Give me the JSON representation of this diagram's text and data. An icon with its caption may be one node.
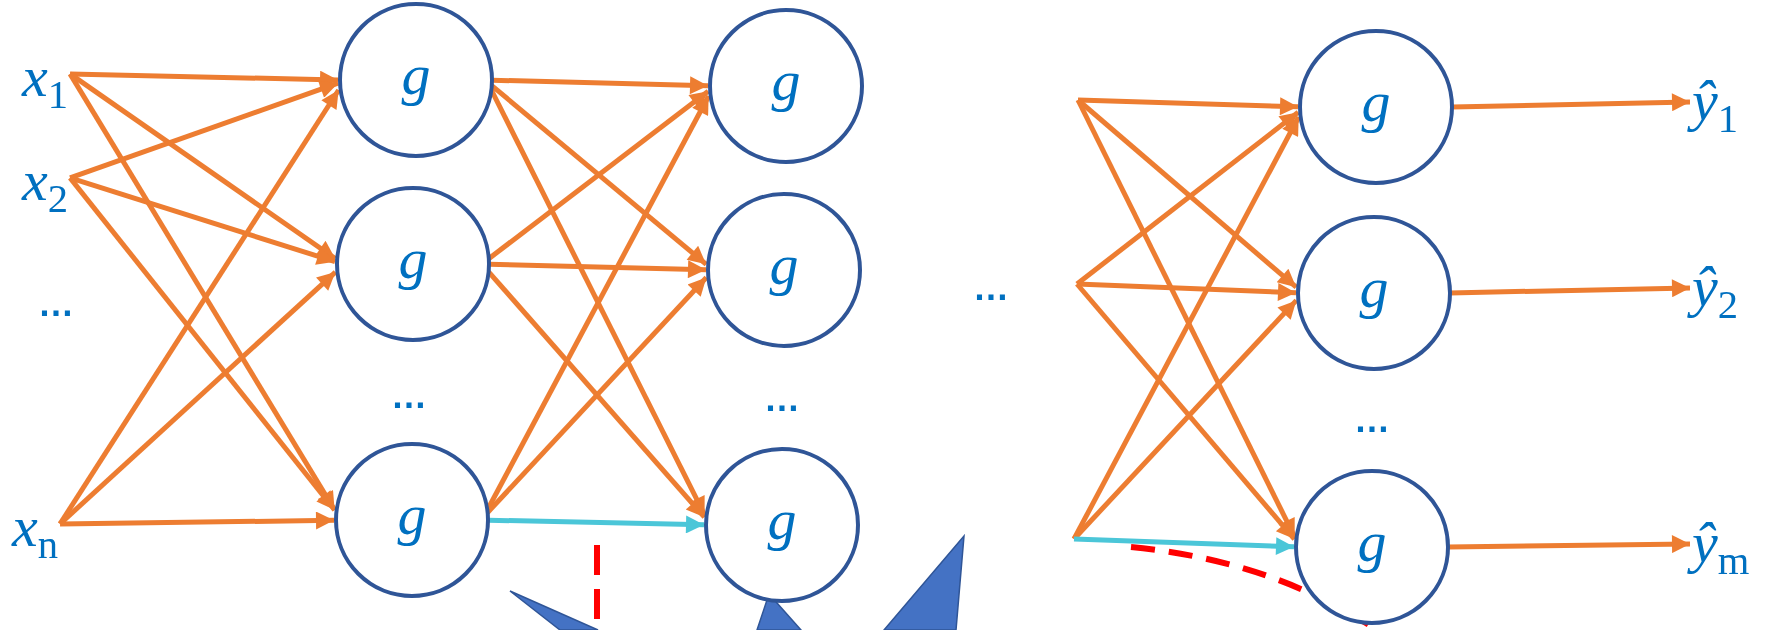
{
  "diagram": {
    "nodes": [
      {
        "text": [
          "*x*$_{1}$"
        ]
      },
      {
        "text": [
          "*x*$_{2}$"
        ]
      },
      {
        "text": [
          "*x*$_{n}$"
        ]
      },
      {
        "text": [
          "g"
        ]
      },
      {
        "text": [
          "g"
        ]
      },
      {
        "text": [
          "g"
        ]
      },
      {
        "text": [
          "g"
        ]
      },
      {
        "text": [
          "g"
        ]
      },
      {
        "text": [
          "g"
        ]
      },
      {
        "text": [
          "g"
        ]
      },
      {
        "text": [
          "g"
        ]
      },
      {
        "text": [
          "g"
        ]
      },
      {
        "text": [
          "*ŷ*$_{1}$"
        ]
      },
      {
        "text": [
          "*ŷ*$_{2}$"
        ]
      },
      {
        "text": [
          "*ŷ*$_{m}$"
        ]
      }
    ],
    "edges": [
      {
        "from": 0,
        "to": 3,
        "arrow": "to"
      },
      {
        "from": 0,
        "to": 4,
        "arrow": "to"
      },
      {
        "from": 0,
        "to": 5,
        "arrow": "to"
      },
      {
        "from": 1,
        "to": 3,
        "arrow": "to"
      },
      {
        "from": 1,
        "to": 4,
        "arrow": "to"
      },
      {
        "from": 1,
        "to": 5,
        "arrow": "to"
      },
      {
        "from": 2,
        "to": 3,
        "arrow": "to"
      },
      {
        "from": 2,
        "to": 4,
        "arrow": "to"
      },
      {
        "from": 2,
        "to": 5,
        "arrow": "to"
      },
      {
        "from": 3,
        "to": 6,
        "arrow": "to"
      },
      {
        "from": 3,
        "to": 7,
        "arrow": "to"
      },
      {
        "from": 3,
        "to": 8,
        "arrow": "to"
      },
      {
        "from": 4,
        "to": 6,
        "arrow": "to"
      },
      {
        "from": 4,
        "to": 7,
        "arrow": "to"
      },
      {
        "from": 4,
        "to": 8,
        "arrow": "to"
      },
      {
        "from": 5,
        "to": 6,
        "arrow": "to"
      },
      {
        "from": 5,
        "to": 7,
        "arrow": "to"
      },
      {
        "from": 5,
        "to": 8,
        "arrow": "to",
        "color": "#4bc6d8"
      },
      {
        "from": null,
        "to": 9,
        "arrow": "to"
      },
      {
        "from": null,
        "to": 10,
        "arrow": "to"
      },
      {
        "from": null,
        "to": 11,
        "arrow": "to"
      },
      {
        "from": null,
        "to": 9,
        "arrow": "to"
      },
      {
        "from": null,
        "to": 10,
        "arrow": "to"
      },
      {
        "from": null,
        "to": 11,
        "arrow": "to"
      },
      {
        "from": null,
        "to": 9,
        "arrow": "to"
      },
      {
        "from": null,
        "to": 10,
        "arrow": "to"
      },
      {
        "from": null,
        "to": 11,
        "arrow": "to",
        "color": "#4bc6d8"
      },
      {
        "from": 9,
        "to": 12,
        "arrow": "to"
      },
      {
        "from": 10,
        "to": 13,
        "arrow": "to"
      },
      {
        "from": 11,
        "to": 14,
        "arrow": "to"
      }
    ],
    "labels": [
      "…",
      "…",
      "…",
      "…",
      "…"
    ]
  }
}
